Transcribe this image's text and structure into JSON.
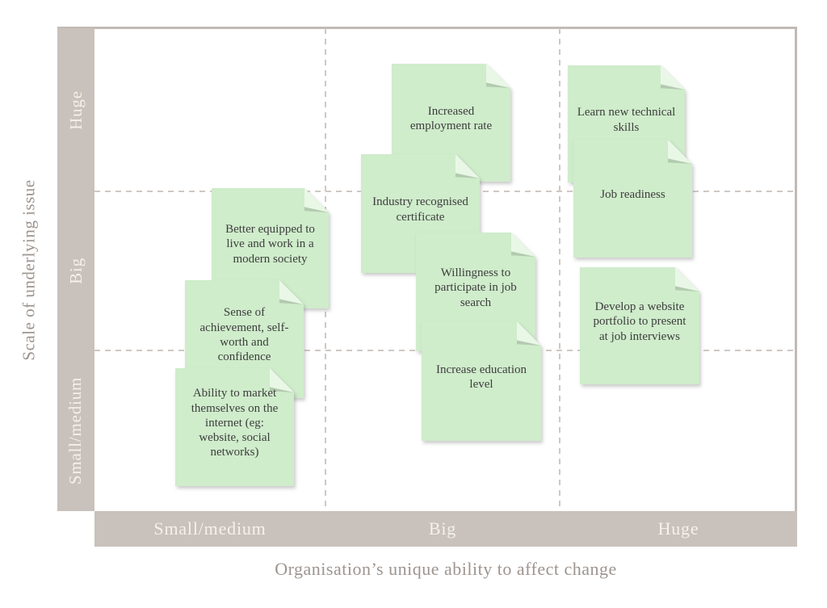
{
  "figure": {
    "type": "matrix-diagram",
    "x_axis": {
      "title": "Organisation’s unique ability to affect change",
      "labels": [
        "Small/medium",
        "Big",
        "Huge"
      ]
    },
    "y_axis": {
      "title": "Scale of underlying issue",
      "labels": [
        "Huge",
        "Big",
        "Small/medium"
      ]
    }
  },
  "notes": [
    {
      "text": "Better equipped to live and work in a modern society",
      "ability": "Small/medium",
      "scale": "Big"
    },
    {
      "text": "Sense of achievement, self-worth and confidence",
      "ability": "Small/medium",
      "scale": "Big"
    },
    {
      "text": "Ability to market themselves on the internet (eg: website, social networks)",
      "ability": "Small/medium",
      "scale": "Small/medium"
    },
    {
      "text": "Increased employment rate",
      "ability": "Big",
      "scale": "Huge"
    },
    {
      "text": "Industry recognised certificate",
      "ability": "Big",
      "scale": "Huge/Big"
    },
    {
      "text": "Willingness to participate in job search",
      "ability": "Big",
      "scale": "Big"
    },
    {
      "text": "Increase education level",
      "ability": "Big",
      "scale": "Small/medium"
    },
    {
      "text": "Learn new technical skills",
      "ability": "Huge",
      "scale": "Huge"
    },
    {
      "text": "Job readiness",
      "ability": "Huge",
      "scale": "Huge/Big"
    },
    {
      "text": "Develop a website portfolio to present at job interviews",
      "ability": "Huge",
      "scale": "Big"
    }
  ],
  "colors": {
    "band": "#c9c1bb",
    "band_text": "#f4f1ee",
    "axis_title": "#9d948e",
    "note_fill": "#cfeccb",
    "note_fold": "#e9f8e6",
    "note_text": "#3e3e3e",
    "gridline": "#cfc8c3"
  }
}
